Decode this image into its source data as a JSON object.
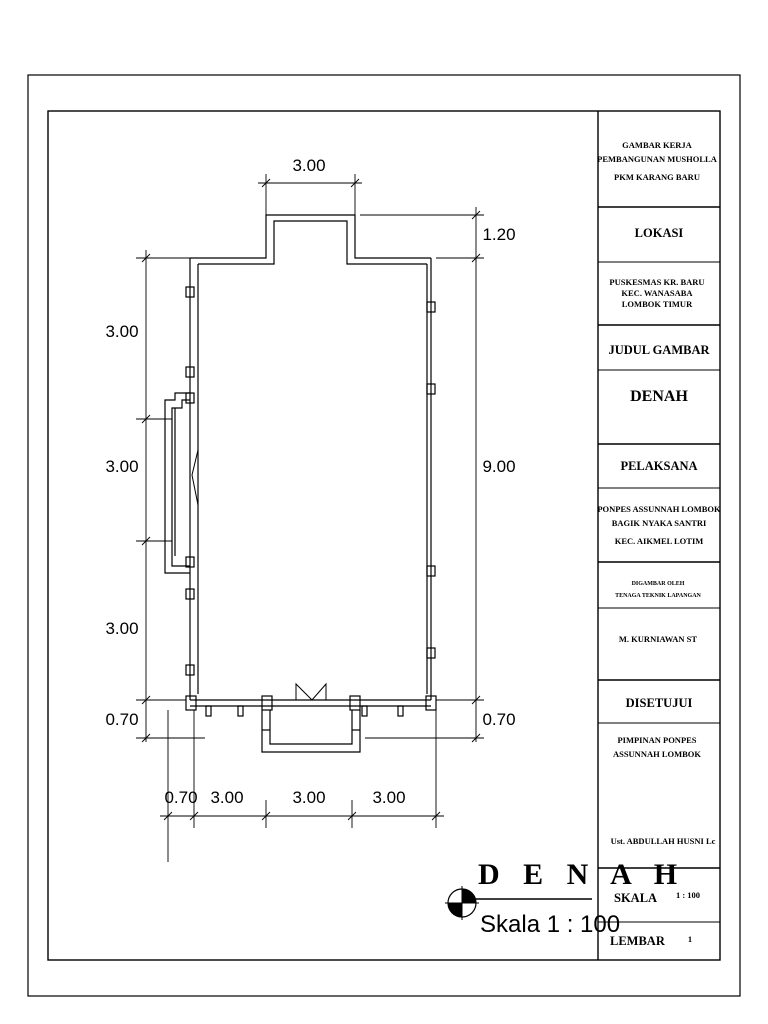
{
  "drawing": {
    "dimensions": {
      "top_width": "3.00",
      "top_right_height": "1.20",
      "left_1": "3.00",
      "left_2": "3.00",
      "left_3": "3.00",
      "left_4": "0.70",
      "right_main": "9.00",
      "right_bottom": "0.70",
      "bottom_1": "0.70",
      "bottom_2": "3.00",
      "bottom_3": "3.00",
      "bottom_4": "3.00"
    },
    "plan_title": "D E N A H",
    "plan_scale": "Skala 1 : 100"
  },
  "title_block": {
    "project_line1": "GAMBAR KERJA",
    "project_line2": "PEMBANGUNAN MUSHOLLA",
    "project_line3": "PKM KARANG BARU",
    "lokasi_label": "LOKASI",
    "lokasi_line1": "PUSKESMAS KR. BARU",
    "lokasi_line2": "KEC. WANASABA",
    "lokasi_line3": "LOMBOK TIMUR",
    "judul_label": "JUDUL GAMBAR",
    "judul_value": "DENAH",
    "pelaksana_label": "PELAKSANA",
    "pelaksana_line1": "PONPES ASSUNNAH LOMBOK",
    "pelaksana_line2": "BAGIK NYAKA SANTRI",
    "pelaksana_line3": "KEC. AIKMEL LOTIM",
    "digambar_line1": "DIGAMBAR OLEH",
    "digambar_line2": "TENAGA TEKNIK LAPANGAN",
    "drafter": "M. KURNIAWAN ST",
    "disetujui_label": "DISETUJUI",
    "disetujui_line1": "PIMPINAN PONPES",
    "disetujui_line2": "ASSUNNAH LOMBOK",
    "approver": "Ust. ABDULLAH HUSNI Lc",
    "skala_label": "SKALA",
    "skala_value": "1 : 100",
    "lembar_label": "LEMBAR",
    "lembar_value": "1"
  }
}
